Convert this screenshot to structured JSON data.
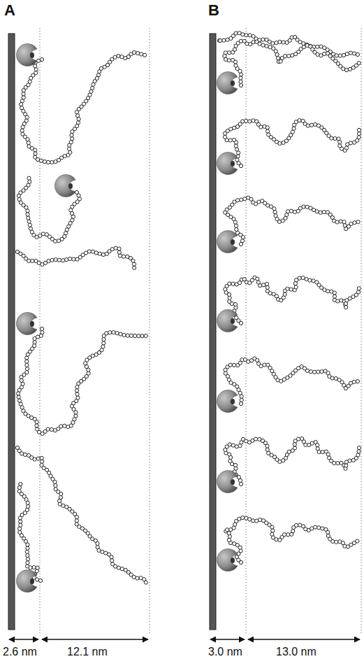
{
  "diagram": {
    "labels": [
      "A",
      "B",
      "2.6 nm",
      "12.1 nm",
      "3.0 nm",
      "13.0 nm"
    ]
  }
}
